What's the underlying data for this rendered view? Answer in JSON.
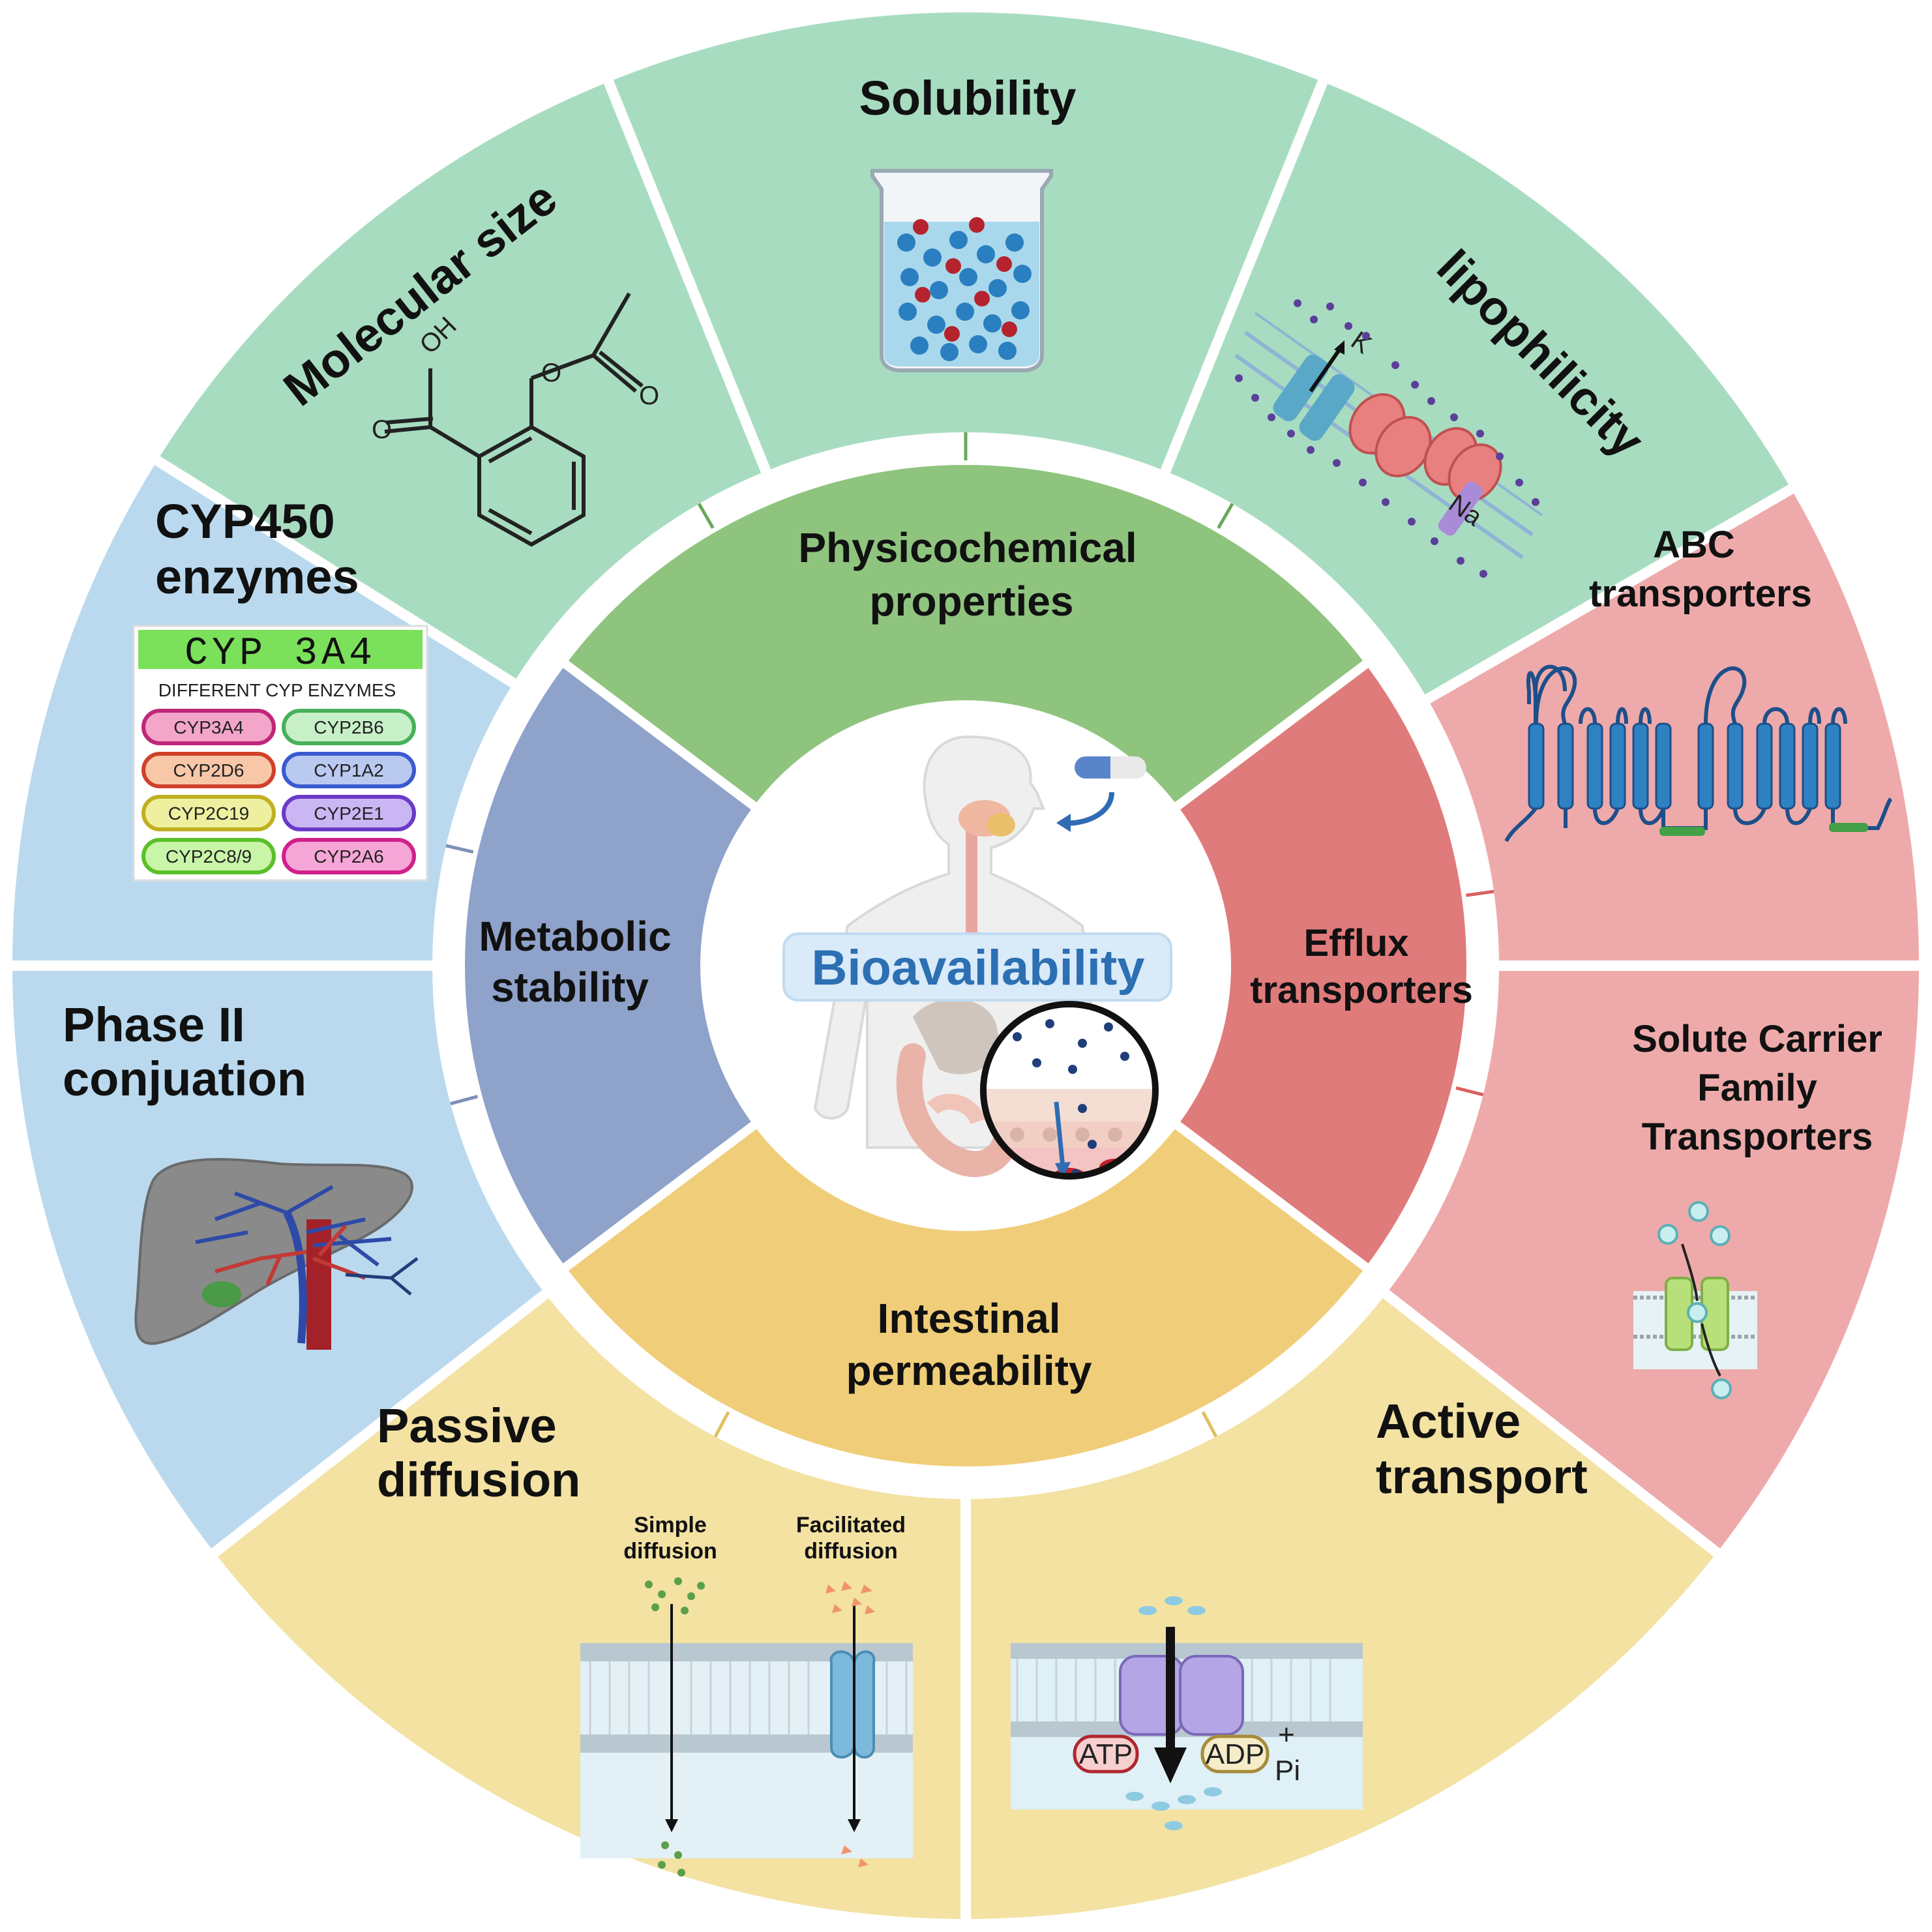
{
  "center": {
    "title": "Bioavailability"
  },
  "categories": {
    "physicochemical": {
      "line1": "Physicochemical",
      "line2": "properties",
      "color": "#8fc47e"
    },
    "efflux": {
      "line1": "Efflux",
      "line2": "transporters",
      "color": "#e07b7b"
    },
    "intestinal": {
      "line1": "Intestinal",
      "line2": "permeability",
      "color": "#f0cd78"
    },
    "metabolic": {
      "line1": "Metabolic",
      "line2": "stability",
      "color": "#8ea2ca"
    }
  },
  "sectors": {
    "solubility": {
      "label": "Solubility"
    },
    "lipophilicity": {
      "label": "lipophilicity",
      "ion_k": "K",
      "ion_na": "Na"
    },
    "molecular_size": {
      "label": "Molecular size",
      "oh": "OH",
      "o1": "O",
      "o2": "O",
      "o3": "O"
    },
    "abc": {
      "line1": "ABC",
      "line2": "transporters"
    },
    "slc": {
      "line1": "Solute Carrier",
      "line2": "Family",
      "line3": "Transporters"
    },
    "active": {
      "line1": "Active",
      "line2": "transport",
      "atp": "ATP",
      "adp": "ADP",
      "plus": "+",
      "pi": "Pi"
    },
    "passive": {
      "line1": "Passive",
      "line2": "diffusion",
      "simple1": "Simple",
      "simple2": "diffusion",
      "facil1": "Facilitated",
      "facil2": "diffusion"
    },
    "cyp450": {
      "line1": "CYP450",
      "line2": "enzymes"
    },
    "phase2": {
      "line1": "Phase II",
      "line2": "conjuation"
    }
  },
  "cyp_panel": {
    "title": "CYP 3A4",
    "subtitle": "DIFFERENT CYP ENZYMES",
    "enzymes": [
      "CYP3A4",
      "CYP2B6",
      "CYP2D6",
      "CYP1A2",
      "CYP2C19",
      "CYP2E1",
      "CYP2C8/9",
      "CYP2A6"
    ]
  },
  "colors": {
    "green_outer": "#a8dcc0",
    "red_outer": "#eeaaaa",
    "yellow_outer": "#f3e2a2",
    "blue_outer": "#bad9ef"
  }
}
